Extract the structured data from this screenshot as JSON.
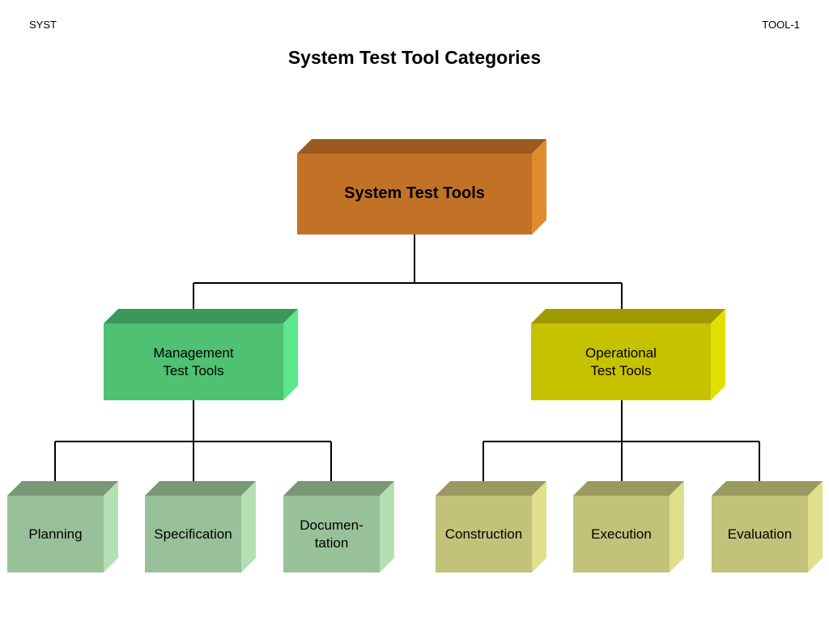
{
  "header": {
    "left": "SYST",
    "right": "TOOL-1"
  },
  "title": "System Test Tool Categories",
  "colors": {
    "root": {
      "front": "#c27227",
      "top": "#9a5a20",
      "side": "#e18a30"
    },
    "management": {
      "front": "#4ec173",
      "top": "#3a995a",
      "side": "#5ee68a"
    },
    "operational": {
      "front": "#c6c200",
      "top": "#9d9a00",
      "side": "#e2df00"
    },
    "management_leaf": {
      "front": "#99c199",
      "top": "#789878",
      "side": "#b3dfb3"
    },
    "operational_leaf": {
      "front": "#c2c27a",
      "top": "#999960",
      "side": "#dfdf8c"
    },
    "connector": "#000000"
  },
  "root": {
    "label": "System Test Tools"
  },
  "branches": [
    {
      "label": "Management\nTest Tools",
      "leaves": [
        "Planning",
        "Specification",
        "Documen-\ntation"
      ]
    },
    {
      "label": "Operational\nTest Tools",
      "leaves": [
        "Construction",
        "Execution",
        "Evaluation"
      ]
    }
  ]
}
